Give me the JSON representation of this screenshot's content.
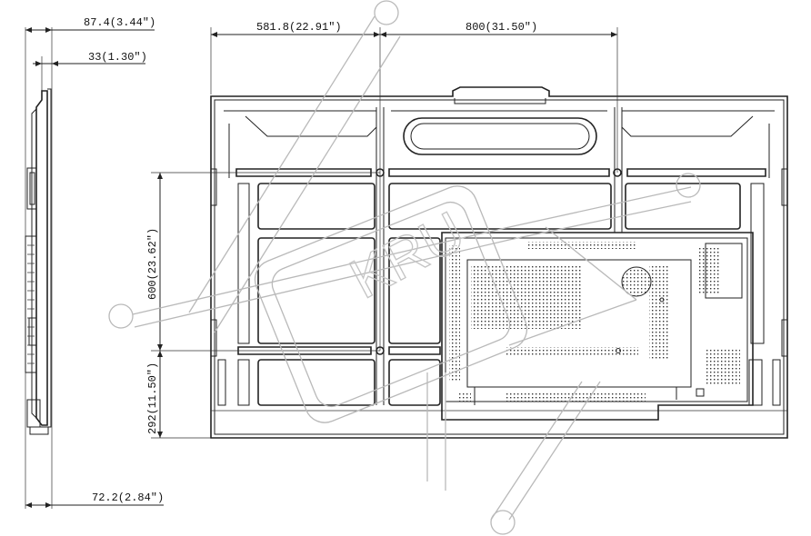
{
  "dimensions": {
    "depth_total": "87.4(3.44\")",
    "depth_panel": "33(1.30\")",
    "depth_bottom": "72.2(2.84\")",
    "left_offset": "581.8(22.91\")",
    "vesa_horizontal": "800(31.50\")",
    "vesa_vertical": "600(23.62\")",
    "bottom_offset": "292(11.50\")"
  },
  "watermark": {
    "text": "KRU"
  },
  "colors": {
    "line": "#222222",
    "watermark": "#c0c0c0"
  }
}
